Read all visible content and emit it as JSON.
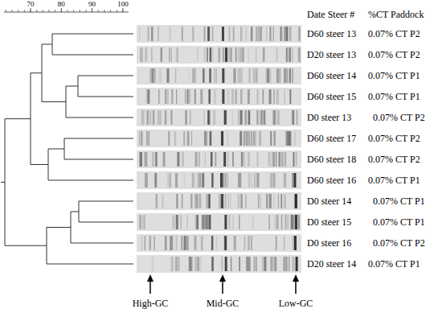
{
  "diagram": {
    "labels": [
      "70",
      "80",
      "90",
      "100",
      "Date Steer #",
      "%CT Paddock",
      "D60 steer 13",
      "0.07% CT P2",
      "D20 steer 13",
      "0.07% CT P2",
      "D60 steer 14",
      "0.07% CT P1",
      "D60 steer 15",
      "0.07% CT P1",
      "D0 steer 13",
      "0.07% CT P2",
      "D60 steer 17",
      "0.07% CT P2",
      "D60 steer 18",
      "0.07% CT P2",
      "D60 steer 16",
      "0.07% CT P1",
      "D0 steer 14",
      "0.07% CT P1",
      "D0 steer 15",
      "0.07% CT P1",
      "D0 steer 16",
      "0.07% CT P2",
      "D20 steer 14",
      "0.07% CT P1",
      "High-GC",
      "Mid-GC",
      "Low-GC"
    ]
  }
}
